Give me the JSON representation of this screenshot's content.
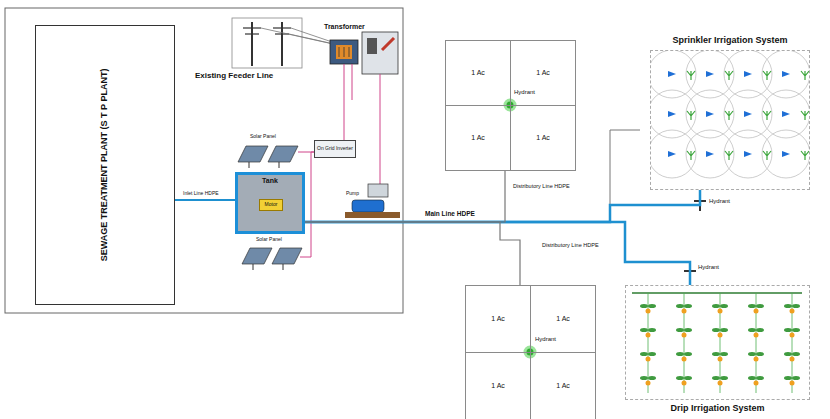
{
  "diagram": {
    "nodes": [
      {
        "text": [
          "SEWAGE TREATMENT PLANT (S T P PLANT)"
        ]
      },
      {
        "text": [
          "Tank"
        ]
      },
      {
        "text": [
          "Motor"
        ],
        "in": 1
      },
      {
        "text": [
          "On Grid Inverter"
        ]
      },
      {
        "text": [
          "1 Ac"
        ]
      },
      {
        "text": [
          "1 Ac"
        ]
      },
      {
        "text": [
          "1 Ac"
        ]
      },
      {
        "text": [
          "1 Ac"
        ]
      },
      {
        "text": [
          "1 Ac"
        ]
      },
      {
        "text": [
          "1 Ac"
        ]
      },
      {
        "text": [
          "1 Ac"
        ]
      },
      {
        "text": [
          "1 Ac"
        ]
      },
      {
        "text": [
          "Sprinkler Irrigation System"
        ]
      },
      {
        "text": [
          "Drip Irrigation System"
        ]
      }
    ],
    "edges": [
      {
        "from": 0,
        "to": 1,
        "arrow": "none",
        "label": "Inlet Line HDPE"
      },
      {
        "from": 1,
        "to": 12,
        "arrow": "none",
        "label": "Main Line HDPE"
      },
      {
        "from": 1,
        "to": 13,
        "arrow": "none"
      },
      {
        "from": 1,
        "to": 6,
        "arrow": "none",
        "label": "Distributory Line HDPE"
      },
      {
        "from": 1,
        "to": 8,
        "arrow": "none",
        "label": "Distributory Line HDPE"
      }
    ],
    "labels": [
      "Existing Feeder Line",
      "Transformer",
      "Solar Panel",
      "Solar Panel",
      "Pump",
      "Hydrant",
      "Hydrant",
      "Hydrant",
      "Hydrant"
    ]
  }
}
